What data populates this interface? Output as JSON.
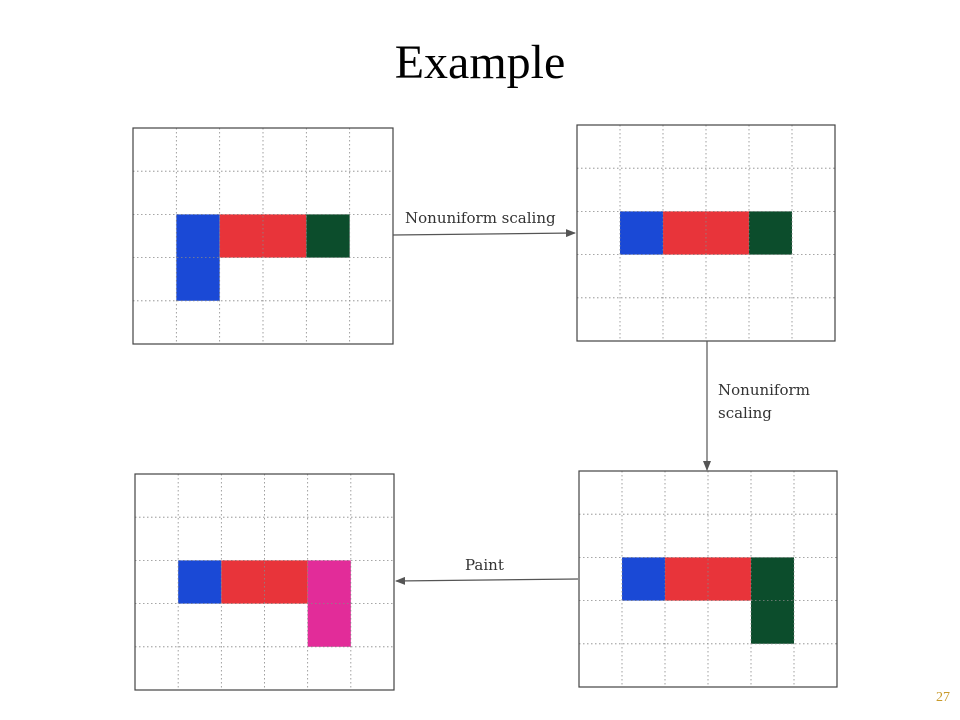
{
  "slide": {
    "title": "Example",
    "page_number": "27"
  },
  "arrows": {
    "top": "Nonuniform scaling",
    "right_line1": "Nonuniform",
    "right_line2": "scaling",
    "bottom": "Paint"
  },
  "colors": {
    "blue": "#1a49d6",
    "red": "#e8343a",
    "green": "#0c4d2c",
    "magenta": "#e22c99",
    "grid_border": "#444444",
    "grid_dots": "#888888"
  },
  "panels": [
    {
      "name": "original",
      "cols": 6,
      "rows": 5,
      "cells": [
        {
          "c": 1,
          "r": 2,
          "w": 1,
          "h": 2,
          "color": "blue"
        },
        {
          "c": 2,
          "r": 2,
          "w": 2,
          "h": 1,
          "color": "red"
        },
        {
          "c": 4,
          "r": 2,
          "w": 1,
          "h": 1,
          "color": "green"
        }
      ]
    },
    {
      "name": "scaled-once",
      "cols": 6,
      "rows": 5,
      "cells": [
        {
          "c": 1,
          "r": 2,
          "w": 1,
          "h": 1,
          "color": "blue"
        },
        {
          "c": 2,
          "r": 2,
          "w": 2,
          "h": 1,
          "color": "red"
        },
        {
          "c": 4,
          "r": 2,
          "w": 1,
          "h": 1,
          "color": "green"
        }
      ]
    },
    {
      "name": "scaled-twice",
      "cols": 6,
      "rows": 5,
      "cells": [
        {
          "c": 1,
          "r": 2,
          "w": 1,
          "h": 1,
          "color": "blue"
        },
        {
          "c": 2,
          "r": 2,
          "w": 2,
          "h": 1,
          "color": "red"
        },
        {
          "c": 4,
          "r": 2,
          "w": 1,
          "h": 2,
          "color": "green"
        }
      ]
    },
    {
      "name": "painted",
      "cols": 6,
      "rows": 5,
      "cells": [
        {
          "c": 1,
          "r": 2,
          "w": 1,
          "h": 1,
          "color": "blue"
        },
        {
          "c": 2,
          "r": 2,
          "w": 2,
          "h": 1,
          "color": "red"
        },
        {
          "c": 4,
          "r": 2,
          "w": 1,
          "h": 2,
          "color": "magenta"
        }
      ]
    }
  ]
}
